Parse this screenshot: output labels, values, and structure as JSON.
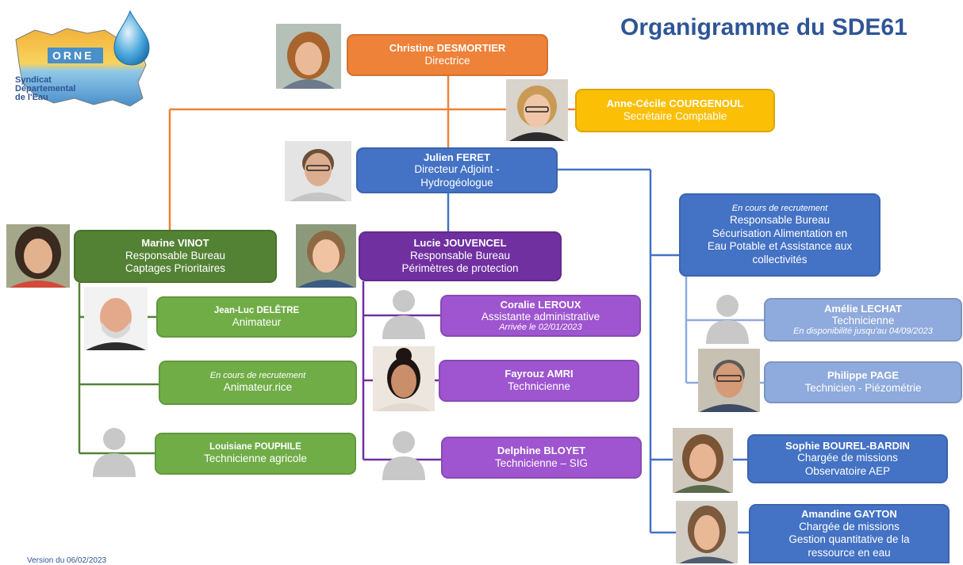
{
  "title": "Organigramme du SDE61",
  "version": "Version du 06/02/2023",
  "logo": {
    "region": "ORNE",
    "line1": "Syndicat",
    "line2": "Départemental",
    "line3": "de l'Eau"
  },
  "colors": {
    "orange": "#ee8239",
    "gold": "#fbbf06",
    "blue": "#4472c4",
    "light_blue": "#8faadc",
    "green": "#548235",
    "light_green": "#70ad47",
    "purple": "#7030a0",
    "light_purple": "#9e55cf",
    "title": "#2f5596"
  },
  "people": {
    "desmortier": {
      "name": "Christine DESMORTIER",
      "role": "Directrice"
    },
    "courgenoul": {
      "name": "Anne-Cécile COURGENOUL",
      "role": "Secrétaire Comptable"
    },
    "feret": {
      "name": "Julien FERET",
      "role1": "Directeur Adjoint -",
      "role2": "Hydrogéologue"
    },
    "vinot": {
      "name": "Marine VINOT",
      "role1": "Responsable Bureau",
      "role2": "Captages Prioritaires"
    },
    "jouvencel": {
      "name": "Lucie JOUVENCEL",
      "role1": "Responsable Bureau",
      "role2": "Périmètres de protection"
    },
    "recrut_secu": {
      "note": "En cours de recrutement",
      "role1": "Responsable Bureau",
      "role2": "Sécurisation Alimentation en",
      "role3": "Eau Potable et Assistance aux",
      "role4": "collectivités"
    },
    "deletre": {
      "name": "Jean-Luc DELÊTRE",
      "role": "Animateur"
    },
    "recrut_anim": {
      "note": "En cours de recrutement",
      "role": "Animateur.rice"
    },
    "pouphile": {
      "name": "Louisiane POUPHILE",
      "role": "Technicienne agricole"
    },
    "leroux": {
      "name": "Coralie LEROUX",
      "role": "Assistante administrative",
      "note": "Arrivée le 02/01/2023"
    },
    "amri": {
      "name": "Fayrouz AMRI",
      "role": "Technicienne"
    },
    "bloyet": {
      "name": "Delphine BLOYET",
      "role": "Technicienne – SIG"
    },
    "lechat": {
      "name": "Amélie LECHAT",
      "role": "Technicienne",
      "note": "En disponibilité jusqu'au 04/09/2023"
    },
    "page": {
      "name": "Philippe PAGE",
      "role": "Technicien - Piézométrie"
    },
    "bourel": {
      "name": "Sophie BOUREL-BARDIN",
      "role1": "Chargée de missions",
      "role2": "Observatoire AEP"
    },
    "gayton": {
      "name": "Amandine GAYTON",
      "role1": "Chargée de missions",
      "role2": "Gestion quantitative de la",
      "role3": "ressource en eau"
    }
  }
}
